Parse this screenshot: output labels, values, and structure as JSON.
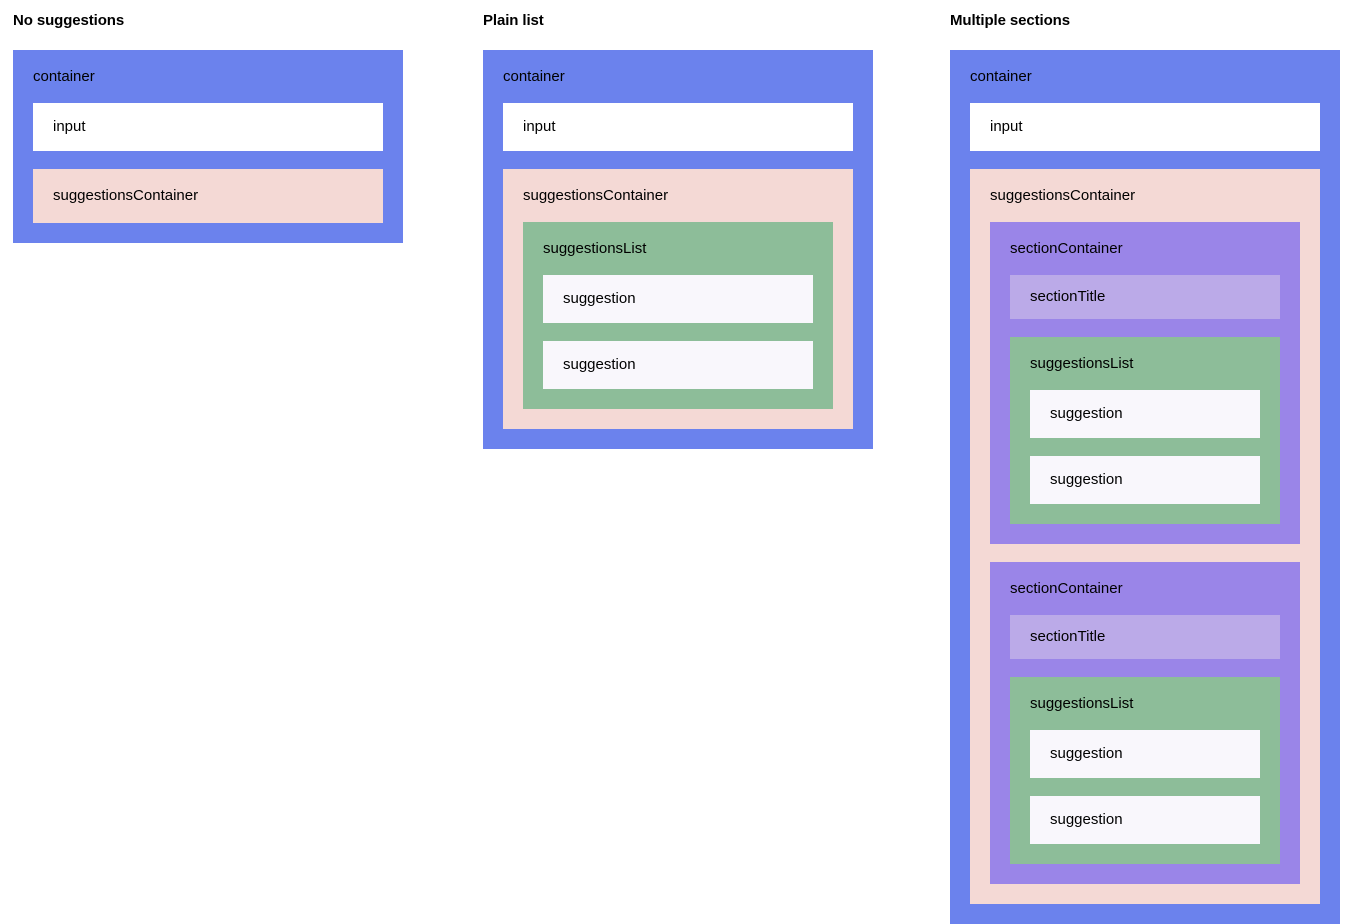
{
  "palette": {
    "page_background": "#ffffff",
    "container": "#6b82ed",
    "input": "#ffffff",
    "suggestions_container": "#f4d9d5",
    "suggestions_list": "#8dbd99",
    "suggestion": "#f9f7fc",
    "section_container": "#9a85e8",
    "section_title": "#bbaae8",
    "text": "#000000"
  },
  "labels": {
    "container": "container",
    "input": "input",
    "suggestions_container": "suggestionsContainer",
    "suggestions_list": "suggestionsList",
    "suggestion": "suggestion",
    "section_container": "sectionContainer",
    "section_title": "sectionTitle"
  },
  "columns": [
    {
      "title": "No suggestions",
      "container_label": "container",
      "input_label": "input",
      "suggestions_container_label": "suggestionsContainer",
      "has_list": false,
      "sections": []
    },
    {
      "title": "Plain list",
      "container_label": "container",
      "input_label": "input",
      "suggestions_container_label": "suggestionsContainer",
      "has_list": true,
      "list": {
        "label": "suggestionsList",
        "items": [
          "suggestion",
          "suggestion"
        ]
      },
      "sections": []
    },
    {
      "title": "Multiple sections",
      "container_label": "container",
      "input_label": "input",
      "suggestions_container_label": "suggestionsContainer",
      "has_list": false,
      "sections": [
        {
          "label": "sectionContainer",
          "title_label": "sectionTitle",
          "list": {
            "label": "suggestionsList",
            "items": [
              "suggestion",
              "suggestion"
            ]
          }
        },
        {
          "label": "sectionContainer",
          "title_label": "sectionTitle",
          "list": {
            "label": "suggestionsList",
            "items": [
              "suggestion",
              "suggestion"
            ]
          }
        }
      ]
    }
  ]
}
